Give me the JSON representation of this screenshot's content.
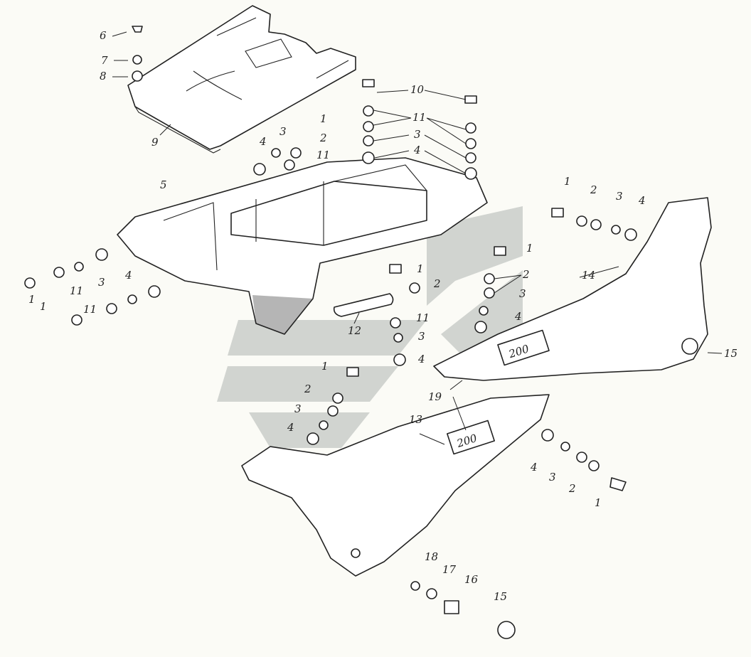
{
  "diagram": {
    "colors": {
      "ink": "#222222",
      "paper": "#fbfbf6",
      "watermark": "#c9ccc9"
    },
    "watermark_icon": "stylized-logo-watermark",
    "callouts": [
      {
        "id": "c6",
        "text": "6"
      },
      {
        "id": "c7",
        "text": "7"
      },
      {
        "id": "c8",
        "text": "8"
      },
      {
        "id": "c9",
        "text": "9"
      },
      {
        "id": "c1a",
        "text": "1"
      },
      {
        "id": "c3a",
        "text": "3"
      },
      {
        "id": "c2a",
        "text": "2"
      },
      {
        "id": "c4a",
        "text": "4"
      },
      {
        "id": "c11a",
        "text": "11"
      },
      {
        "id": "c10",
        "text": "10"
      },
      {
        "id": "c11b",
        "text": "11"
      },
      {
        "id": "c3b",
        "text": "3"
      },
      {
        "id": "c4b",
        "text": "4"
      },
      {
        "id": "c5",
        "text": "5"
      },
      {
        "id": "c1b",
        "text": "1"
      },
      {
        "id": "c2b",
        "text": "2"
      },
      {
        "id": "c3c",
        "text": "3"
      },
      {
        "id": "c4c",
        "text": "4"
      },
      {
        "id": "c14",
        "text": "14"
      },
      {
        "id": "c15a",
        "text": "15"
      },
      {
        "id": "c1c",
        "text": "1"
      },
      {
        "id": "c2c",
        "text": "2"
      },
      {
        "id": "c3d",
        "text": "3"
      },
      {
        "id": "c4d",
        "text": "4"
      },
      {
        "id": "c1d",
        "text": "1"
      },
      {
        "id": "c2d",
        "text": "2"
      },
      {
        "id": "c11c",
        "text": "11"
      },
      {
        "id": "c3e",
        "text": "3"
      },
      {
        "id": "c4e",
        "text": "4"
      },
      {
        "id": "c12",
        "text": "12"
      },
      {
        "id": "c4f",
        "text": "4"
      },
      {
        "id": "c3f",
        "text": "3"
      },
      {
        "id": "c1e",
        "text": "1"
      },
      {
        "id": "c11d",
        "text": "11"
      },
      {
        "id": "c11e",
        "text": "11"
      },
      {
        "id": "c1f",
        "text": "1"
      },
      {
        "id": "c1g",
        "text": "1"
      },
      {
        "id": "c2e",
        "text": "2"
      },
      {
        "id": "c3g",
        "text": "3"
      },
      {
        "id": "c4g",
        "text": "4"
      },
      {
        "id": "c19",
        "text": "19"
      },
      {
        "id": "c13",
        "text": "13"
      },
      {
        "id": "c4h",
        "text": "4"
      },
      {
        "id": "c3h",
        "text": "3"
      },
      {
        "id": "c2f",
        "text": "2"
      },
      {
        "id": "c1h",
        "text": "1"
      },
      {
        "id": "c18",
        "text": "18"
      },
      {
        "id": "c17",
        "text": "17"
      },
      {
        "id": "c16",
        "text": "16"
      },
      {
        "id": "c15b",
        "text": "15"
      }
    ],
    "badges": {
      "upper_cover": "200",
      "lower_cover": "200"
    }
  }
}
